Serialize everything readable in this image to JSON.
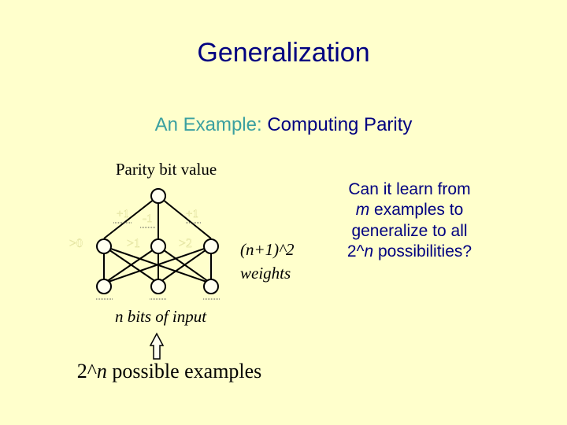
{
  "slide": {
    "title": "Generalization",
    "subtitle_prefix": "An Example:",
    "subtitle_rest": "Computing Parity",
    "question": {
      "line1": "Can it learn from",
      "line2_var": "m",
      "line2_rest": "examples to",
      "line3": "generalize to all",
      "line4_base": "2^",
      "line4_var": "n",
      "line4_rest": "possibilities?"
    }
  },
  "diagram": {
    "output_label": "Parity bit value",
    "weights": {
      "w1": "+1",
      "w2": "-1",
      "w3": "+1"
    },
    "thresholds": {
      "t0": ">0",
      "t1": ">1",
      "t2": ">2"
    },
    "weights_count": {
      "line1": "(n+1)^2",
      "line2": "weights"
    },
    "input_label": "n bits of input",
    "examples": {
      "base": "2^",
      "var": "n",
      "rest": " possible examples"
    }
  },
  "colors": {
    "background": "#ffffcc",
    "title": "#000080",
    "accent": "#3aa0a0",
    "node_fill": "#fffff0",
    "line": "#000000",
    "weight_label": "#ffffcc"
  }
}
